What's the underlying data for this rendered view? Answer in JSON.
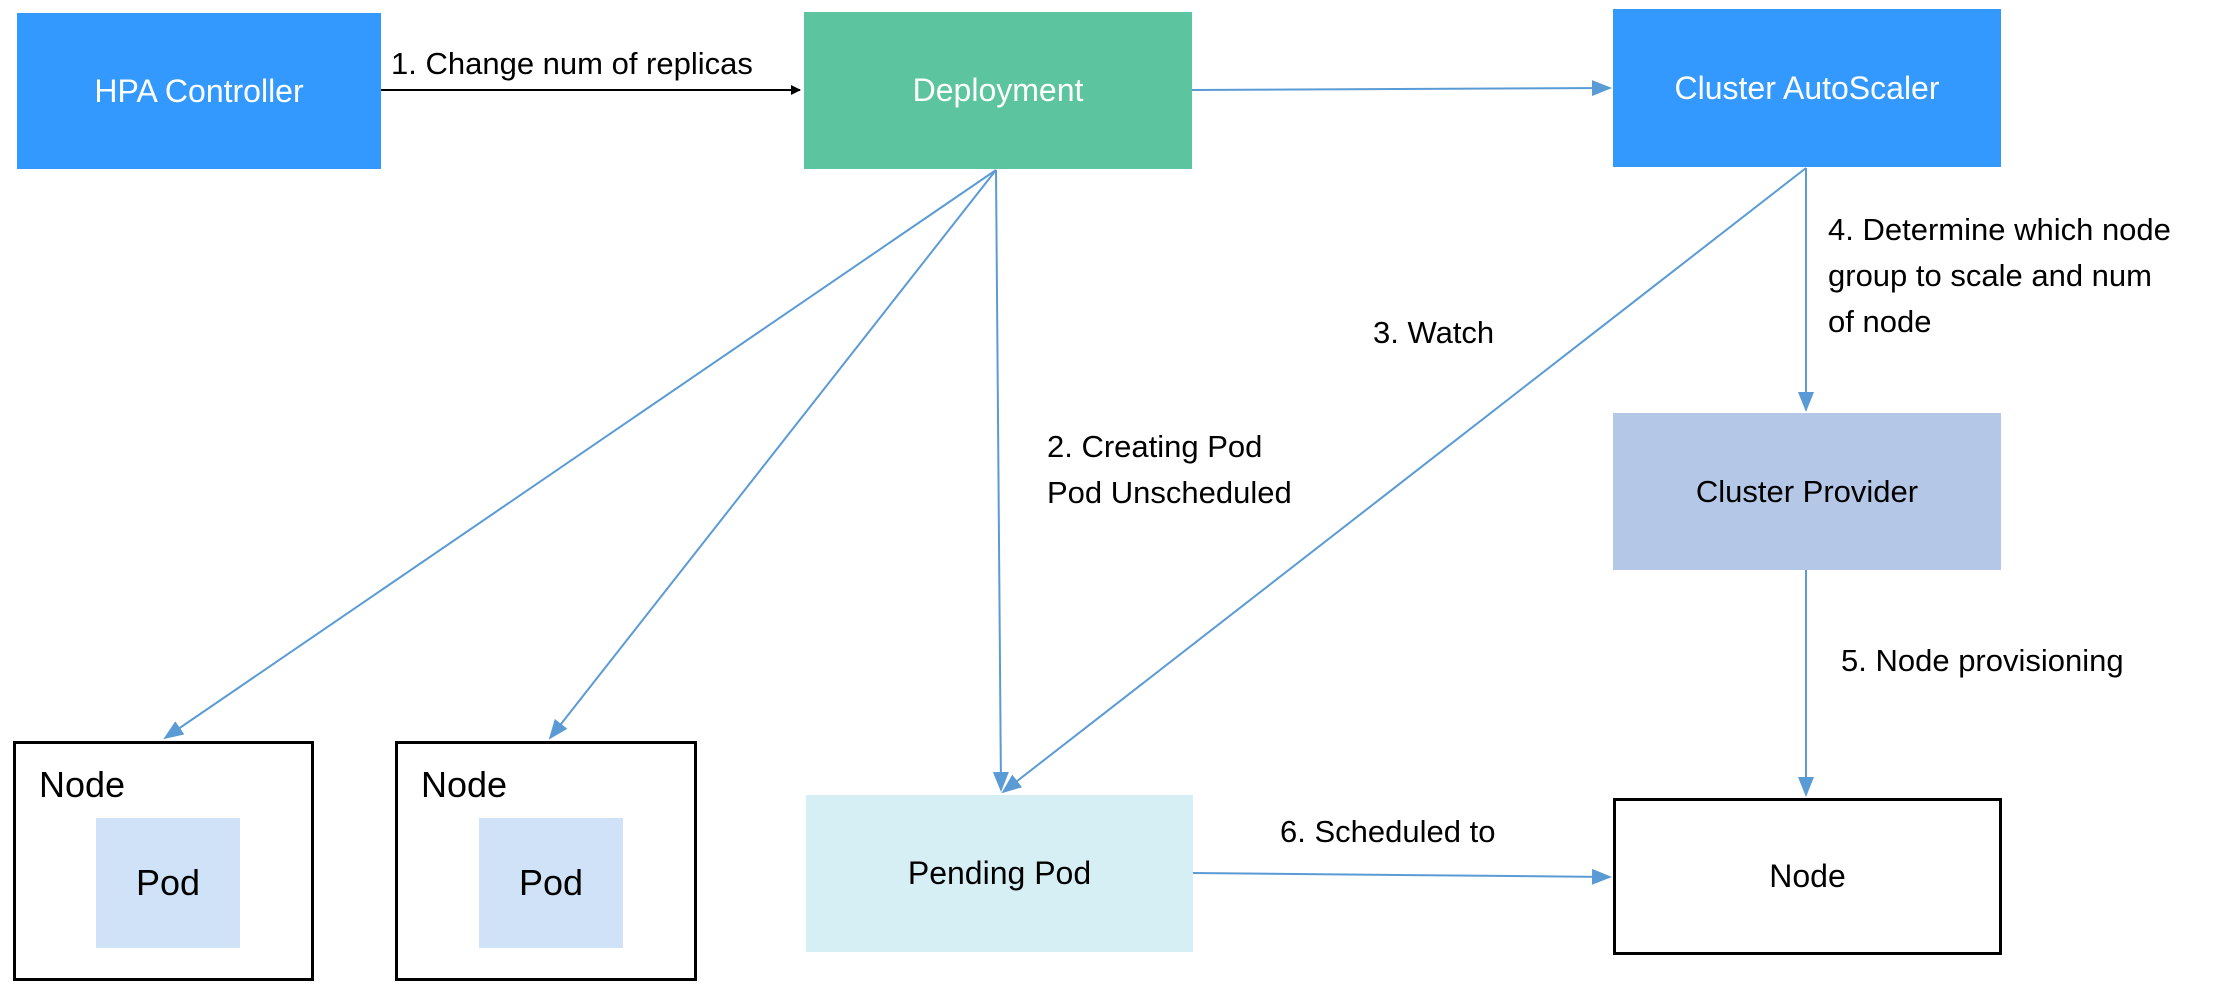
{
  "diagram": {
    "hpa_controller": "HPA Controller",
    "deployment": "Deployment",
    "cluster_autoscaler": "Cluster AutoScaler",
    "cluster_provider": "Cluster Provider",
    "pending_pod": "Pending Pod",
    "new_node": "Node",
    "existing_nodes": [
      {
        "label": "Node",
        "pod": "Pod"
      },
      {
        "label": "Node",
        "pod": "Pod"
      }
    ],
    "edge_labels": {
      "change_replicas": "1. Change num of replicas",
      "creating_pod_line1": "2. Creating Pod",
      "creating_pod_line2": "Pod Unscheduled",
      "watch": "3. Watch",
      "determine_line1": "4. Determine which node",
      "determine_line2": "group to scale and num",
      "determine_line3": "of node",
      "node_provisioning": "5. Node provisioning",
      "scheduled_to": "6. Scheduled to"
    },
    "colors": {
      "hpa": "#3399ff",
      "deployment": "#5cc49f",
      "autoscaler": "#3399ff",
      "provider": "#b4c7e7",
      "pending_pod": "#d5eff5",
      "pod": "#cfe2f7",
      "arrow_blue": "#5b9bd5",
      "arrow_black": "#000000"
    }
  }
}
